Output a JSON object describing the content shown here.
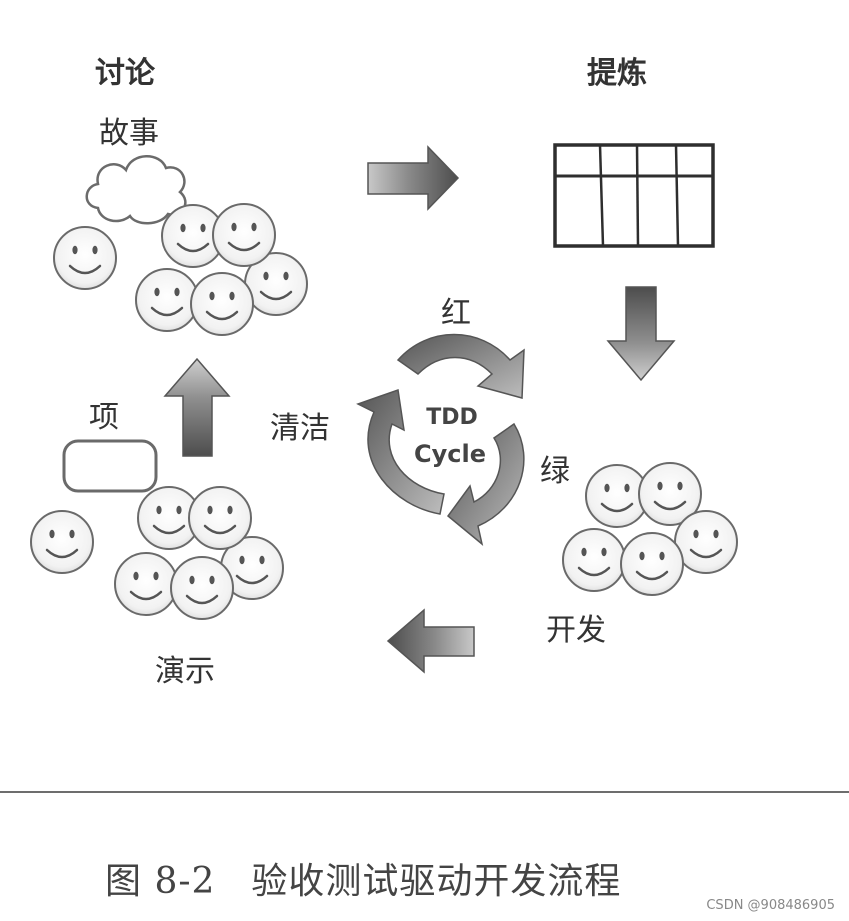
{
  "labels": {
    "discuss": "讨论",
    "distill": "提炼",
    "story": "故事",
    "red": "红",
    "green": "绿",
    "clean": "清洁",
    "item": "项",
    "develop": "开发",
    "demo": "演示",
    "tdd_line1": "TDD",
    "tdd_line2": "Cycle"
  },
  "caption": {
    "figure_no": "图 8-2",
    "title": "验收测试驱动开发流程"
  },
  "watermark": "CSDN @908486905",
  "colors": {
    "ink": "#333333",
    "arrow_dark": "#5e5e5e",
    "arrow_mid": "#a8a8a8",
    "rule": "#6d6d6d"
  }
}
